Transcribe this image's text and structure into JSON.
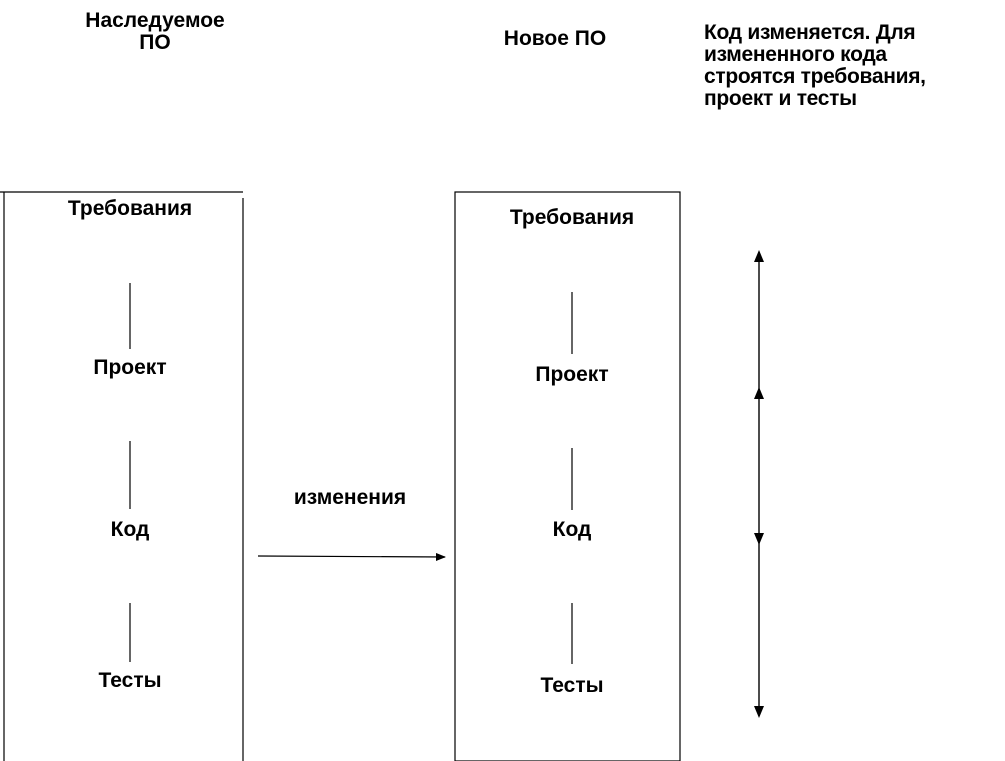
{
  "legacy": {
    "title_lines": [
      "Наследуемое",
      "ПО"
    ],
    "stages": [
      "Требования",
      "Проект",
      "Код",
      "Тесты"
    ]
  },
  "new": {
    "title": "Новое ПО",
    "stages": [
      "Требования",
      "Проект",
      "Код",
      "Тесты"
    ]
  },
  "transition_label": "изменения",
  "note_lines": [
    "Код изменяется. Для",
    "измененного кода",
    "строятся требования,",
    "проект и тесты"
  ]
}
